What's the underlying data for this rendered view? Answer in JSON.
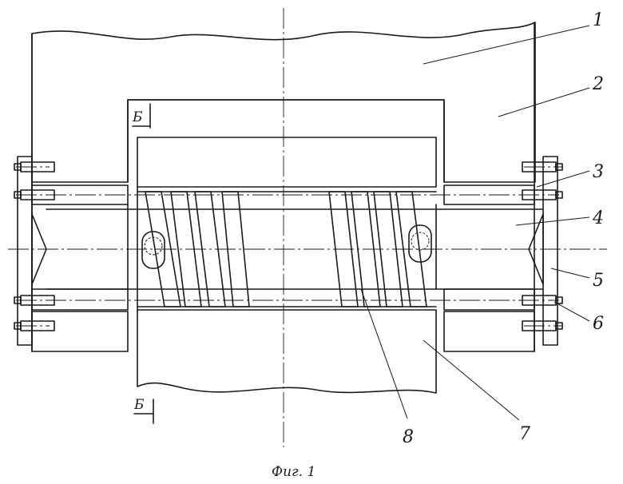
{
  "section_marker": "Б",
  "callouts": [
    {
      "text": "1"
    },
    {
      "text": "2"
    },
    {
      "text": "3"
    },
    {
      "text": "4"
    },
    {
      "text": "5"
    },
    {
      "text": "6"
    },
    {
      "text": "7"
    },
    {
      "text": "8"
    }
  ],
  "caption": "Фиг. 1"
}
